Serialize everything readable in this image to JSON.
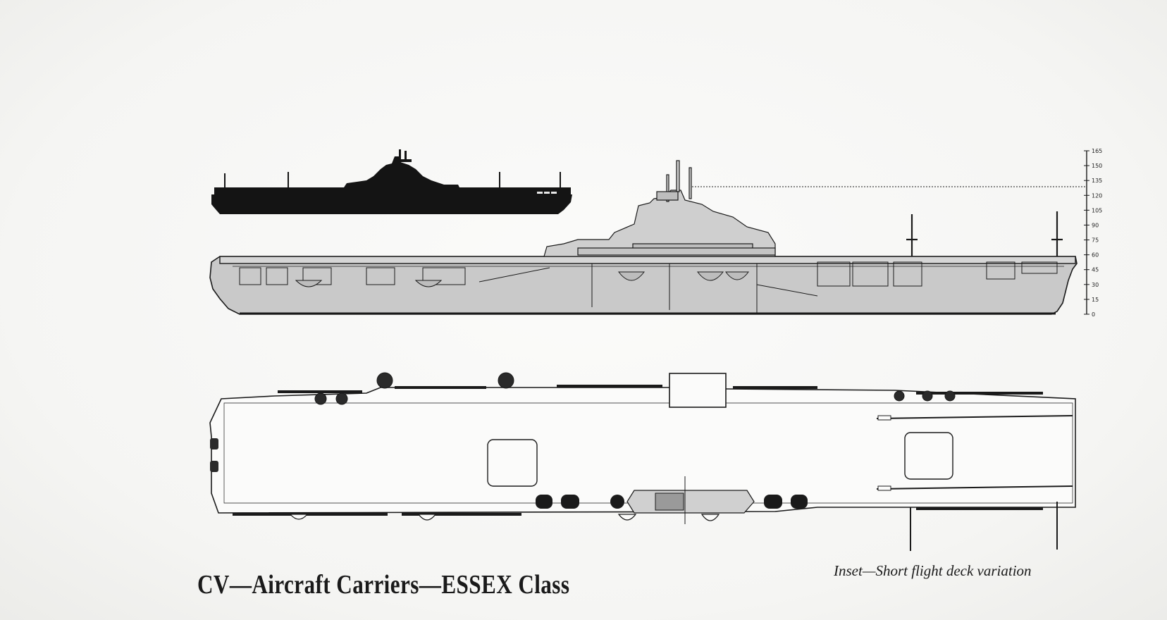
{
  "title": "CV—Aircraft Carriers—ESSEX Class",
  "inset_caption": "Inset—Short flight deck variation",
  "height_scale": {
    "ticks": [
      "165",
      "150",
      "135",
      "120",
      "105",
      "90",
      "75",
      "60",
      "45",
      "30",
      "15",
      "0"
    ]
  },
  "colors": {
    "hull_gray": "#c9c9c9",
    "ink": "#1a1a1a",
    "silhouette": "#141414",
    "paper": "#f7f7f5"
  }
}
